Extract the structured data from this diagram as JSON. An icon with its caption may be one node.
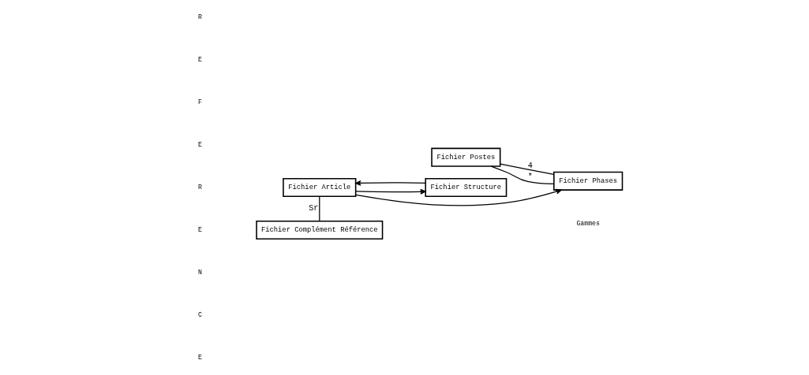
{
  "diagram": {
    "nodes": [
      {
        "text": [
          "Fichier Article"
        ]
      },
      {
        "text": [
          "Fichier Structure"
        ]
      },
      {
        "text": [
          "Fichier Phases"
        ]
      },
      {
        "text": [
          "Fichier Postes"
        ]
      },
      {
        "text": [
          "Fichier Complément Référence"
        ]
      }
    ],
    "edges": [
      {
        "from": 0,
        "to": 1,
        "arrow": "to"
      },
      {
        "from": 1,
        "to": 0,
        "arrow": "to"
      },
      {
        "from": 0,
        "to": 2,
        "arrow": "to"
      },
      {
        "from": 2,
        "to": 3,
        "arrow": "none",
        "label": "*"
      },
      {
        "from": 3,
        "to": 2,
        "arrow": "none",
        "label": "4"
      },
      {
        "from": 0,
        "to": 4,
        "arrow": "none",
        "label": "Sr"
      }
    ],
    "labels": [
      "R",
      "E",
      "F",
      "E",
      "R",
      "E",
      "N",
      "C",
      "E",
      "Gammes"
    ]
  }
}
